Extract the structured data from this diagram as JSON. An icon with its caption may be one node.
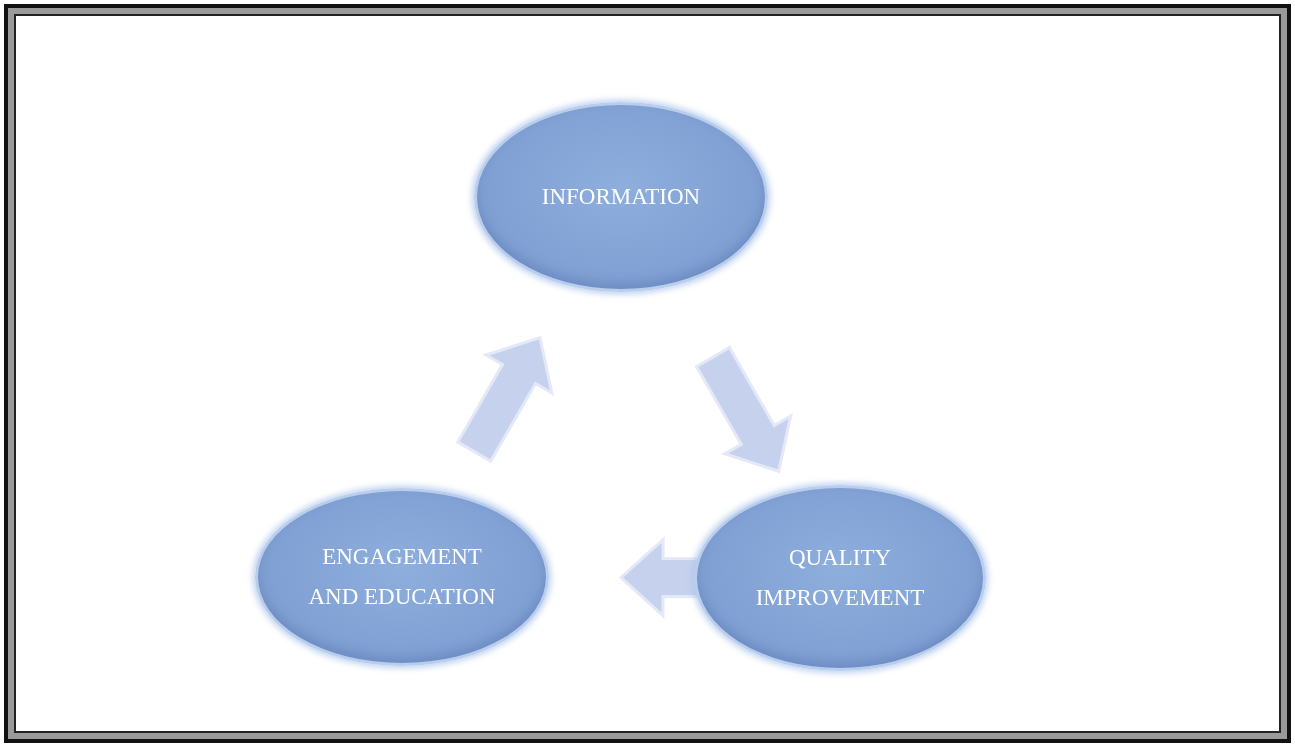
{
  "diagram": {
    "nodes": [
      {
        "text": [
          "INFORMATION"
        ]
      },
      {
        "text": [
          "QUALITY IMPROVEMENT"
        ]
      },
      {
        "text": [
          "ENGAGEMENT AND EDUCATION"
        ]
      }
    ],
    "edges": [
      {
        "from": 0,
        "to": 1,
        "arrow": "to"
      },
      {
        "from": 1,
        "to": 2,
        "arrow": "to"
      },
      {
        "from": 2,
        "to": 0,
        "arrow": "to"
      }
    ]
  }
}
